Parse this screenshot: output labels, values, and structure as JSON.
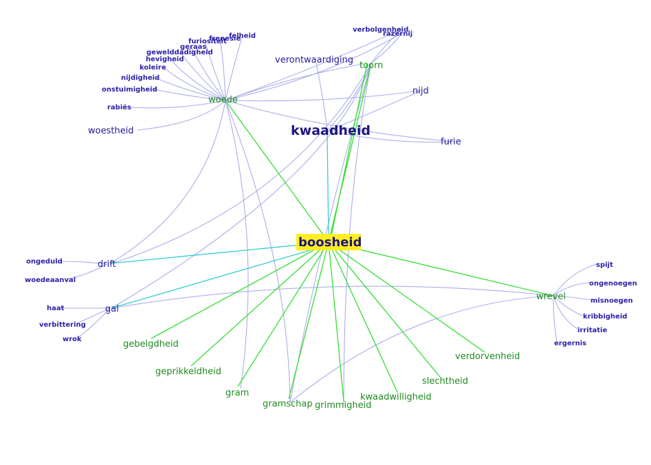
{
  "colors": {
    "background": "#ffffff",
    "link": "#a9aee8",
    "synonym_edge": "#33dd33",
    "hyper_edge": "#33cccc",
    "center_highlight": "#ffee22",
    "label_blue": "#2a1fa0",
    "label_green": "#1d8a1d"
  },
  "center": {
    "label": "boosheid"
  },
  "nodes": {
    "kwaadheid": "kwaadheid",
    "woede": "woede",
    "toorn": "toorn",
    "verontwaardiging": "verontwaardiging",
    "nijd": "nijd",
    "furie": "furie",
    "woestheid": "woestheid",
    "drift": "drift",
    "gal": "gal",
    "wrevel": "wrevel",
    "gebelgdheid": "gebelgdheid",
    "geprikkeldheid": "geprikkeldheid",
    "gram": "gram",
    "gramschap": "gramschap",
    "grimmigheid": "grimmigheid",
    "kwaadwilligheid": "kwaadwilligheid",
    "slechtheid": "slechtheid",
    "verdorvenheid": "verdorvenheid",
    "felheid": "felheid",
    "frenesie": "frenesie",
    "furiositeit": "furiositeit",
    "geraas": "geraas",
    "gewelddadigheid": "gewelddadigheid",
    "hevigheid": "hevigheid",
    "koleire": "koleire",
    "nijdigheid": "nijdigheid",
    "onstuimigheid": "onstuimigheid",
    "rabies": "rabiës",
    "verbolgenheid": "verbolgenheid",
    "razernij": "razernij",
    "ongeduld": "ongeduld",
    "woedeaanval": "woedeaanval",
    "haat": "haat",
    "verbittering": "verbittering",
    "wrok": "wrok",
    "spijt": "spijt",
    "ongenoegen": "ongenoegen",
    "misnoegen": "misnoegen",
    "kribbigheid": "kribbigheid",
    "irritatie": "irritatie",
    "ergernis": "ergernis"
  }
}
